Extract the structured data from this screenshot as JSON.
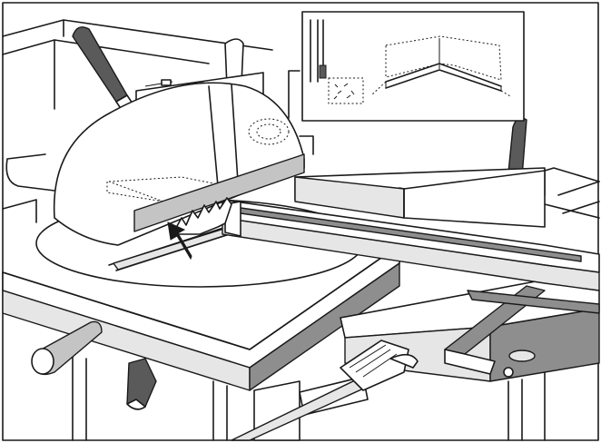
{
  "figure": {
    "colors": {
      "line": "#1a1a1a",
      "paper": "#ffffff",
      "shade_light": "#e6e6e6",
      "shade_mid": "#c4c4c4",
      "shade_dark": "#8e8e8e",
      "handle": "#5a5a5a"
    },
    "parts": [
      "table-saw",
      "blade-guard",
      "saw-blade",
      "sliding-table",
      "crosscut-fence",
      "rip-fence",
      "handles",
      "feed-direction-arrow",
      "detail-inset"
    ]
  }
}
